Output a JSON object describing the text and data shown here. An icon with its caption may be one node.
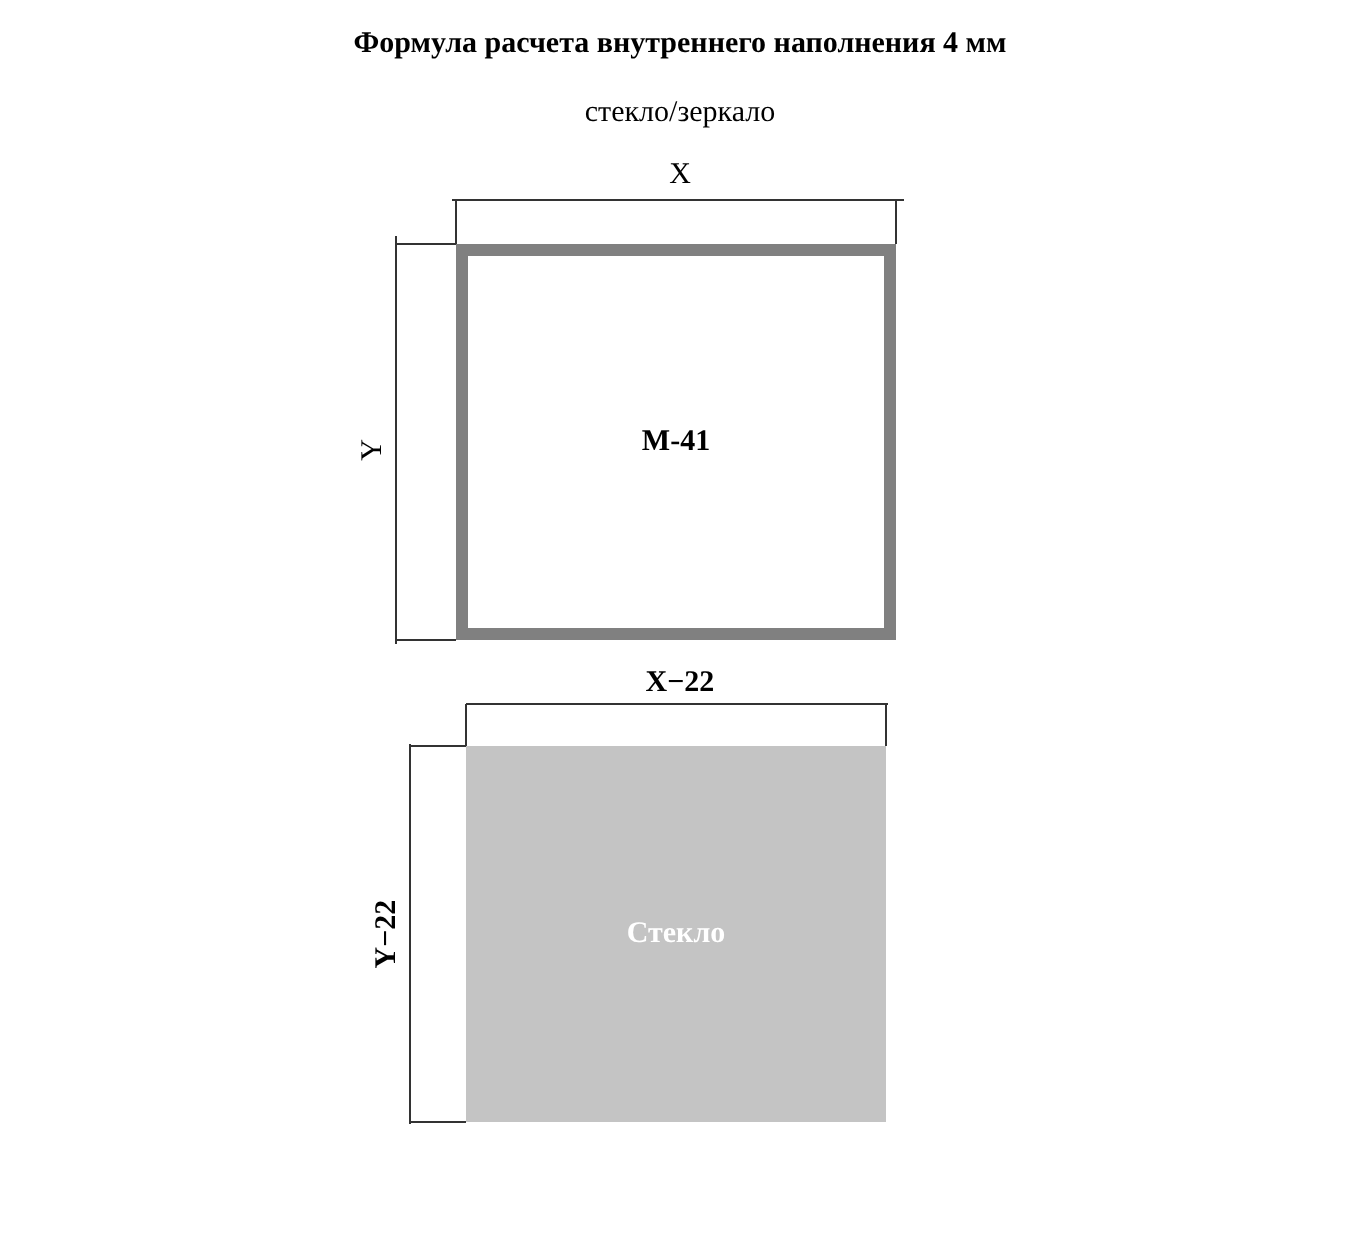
{
  "diagram": {
    "title": "Формула расчета внутреннего наполнения 4 мм",
    "nodes": [
      {
        "text": [
          "M-41"
        ]
      },
      {
        "text": [
          "Стекло"
        ]
      }
    ],
    "labels": [
      "стекло/зеркало",
      "X",
      "Y",
      "X−22",
      "Y−22"
    ]
  }
}
